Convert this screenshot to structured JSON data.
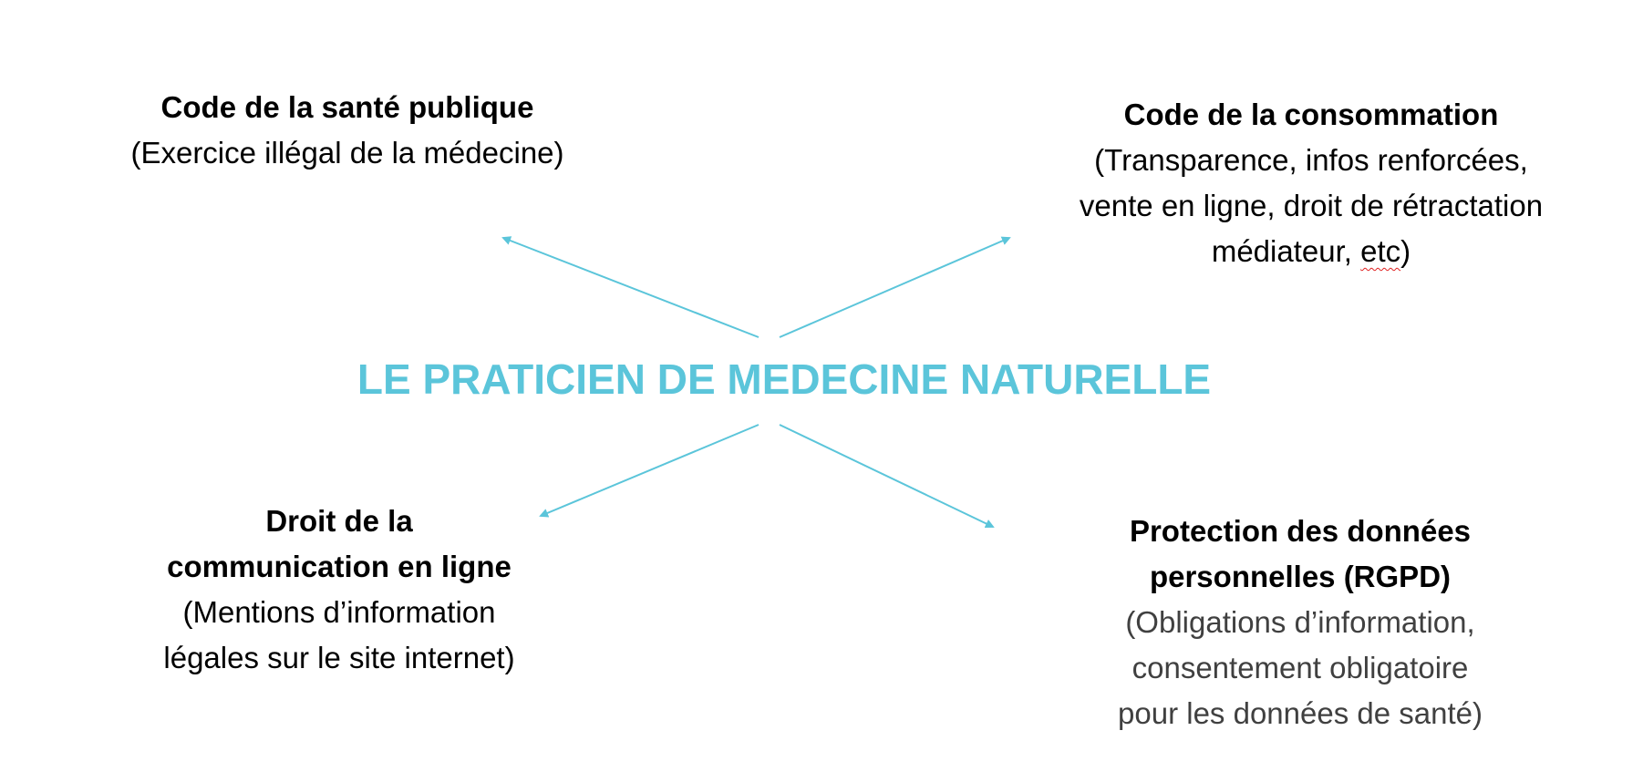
{
  "center": {
    "title": "LE PRATICIEN DE MEDECINE NATURELLE"
  },
  "nodes": {
    "top_left": {
      "heading": [
        "Code de la santé publique"
      ],
      "details": [
        "(Exercice illégal de la médecine)"
      ]
    },
    "top_right": {
      "heading": [
        "Code de la consommation"
      ],
      "details": [
        "(Transparence, infos renforcées,",
        "vente en ligne, droit de rétractation"
      ],
      "last_line_prefix": "médiateur, ",
      "last_line_flagged": "etc",
      "last_line_suffix": ")"
    },
    "bottom_left": {
      "heading": [
        "Droit de la",
        "communication en ligne"
      ],
      "details": [
        "(Mentions d’information",
        "légales sur le site internet)"
      ]
    },
    "bottom_right": {
      "heading": [
        "Protection des données",
        "personnelles (RGPD)"
      ],
      "details": [
        "(Obligations d’information,",
        "consentement obligatoire",
        "pour les données de santé)"
      ]
    }
  },
  "colors": {
    "accent": "#5bc5da",
    "text": "#000000",
    "muted": "#404040",
    "spell_flag": "#e02020"
  }
}
